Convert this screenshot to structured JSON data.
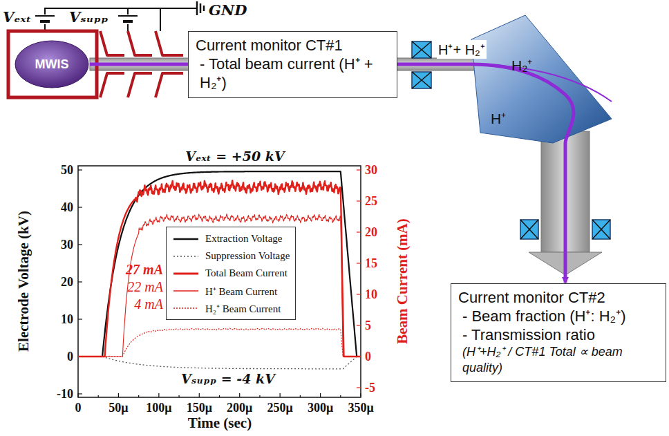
{
  "diagram": {
    "nodes": [
      {
        "text": [
          "MWIS"
        ]
      },
      {
        "text": [
          "Current monitor CT#1",
          "- Total beam current (H⁺ + H₂⁺)"
        ]
      },
      {
        "text": [
          "H₂⁺",
          "H⁺"
        ]
      },
      {
        "text": [
          "Current monitor CT#2",
          "- Beam fraction (H⁺: H₂⁺)",
          "- Transmission ratio",
          "(H⁺+H₂⁺ / CT#1 Total ∝ beam quality)"
        ]
      }
    ],
    "edges": [
      {
        "from": 0,
        "to": 1,
        "arrow": "none"
      },
      {
        "from": 1,
        "to": 2,
        "arrow": "none"
      },
      {
        "from": 2,
        "to": 3,
        "arrow": "to"
      }
    ],
    "labels": [
      "Vₑₓₜ",
      "Vₛᵤₚₚ",
      "GND",
      "H⁺+ H₂⁺",
      "Vₑₓₜ = +50 kV",
      "Electrode Voltage (kV)",
      "Beam Current (mA)",
      "Time (sec)",
      "27 mA",
      "22 mA",
      "4 mA",
      "Vₛᵤₚₚ = -4 kV",
      "50",
      "40",
      "30",
      "20",
      "10",
      "0",
      "-10",
      "30",
      "25",
      "20",
      "15",
      "10",
      "5",
      "0",
      "-5",
      "0",
      "50μ",
      "100μ",
      "150μ",
      "200μ",
      "250μ",
      "300μ",
      "350μ"
    ],
    "legend": [
      {
        "text": "Extraction Voltage"
      },
      {
        "text": "Suppression Voltage"
      },
      {
        "text": "Total Beam Current"
      },
      {
        "text": "H⁺ Beam Current"
      },
      {
        "text": "H₂⁺ Beam Current"
      }
    ]
  }
}
